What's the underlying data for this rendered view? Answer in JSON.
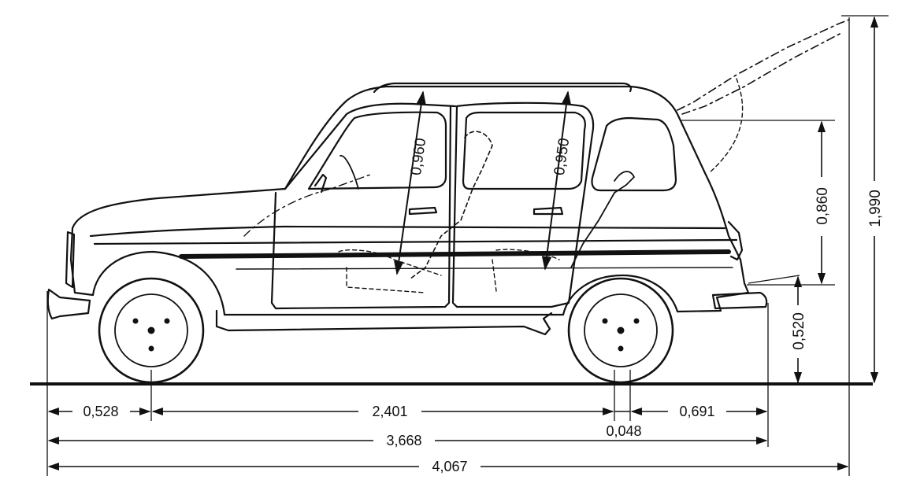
{
  "dimensions": {
    "front_overhang": "0,528",
    "wheelbase": "2,401",
    "track_offset": "0,048",
    "rear_overhang": "0,691",
    "length_closed": "3,668",
    "length_open": "4,067",
    "total_height": "1,990",
    "rear_opening_height": "0,860",
    "sill_height": "0,520",
    "front_headroom": "0,960",
    "rear_headroom": "0,950"
  },
  "colors": {
    "ink": "#111111",
    "background": "#ffffff"
  }
}
